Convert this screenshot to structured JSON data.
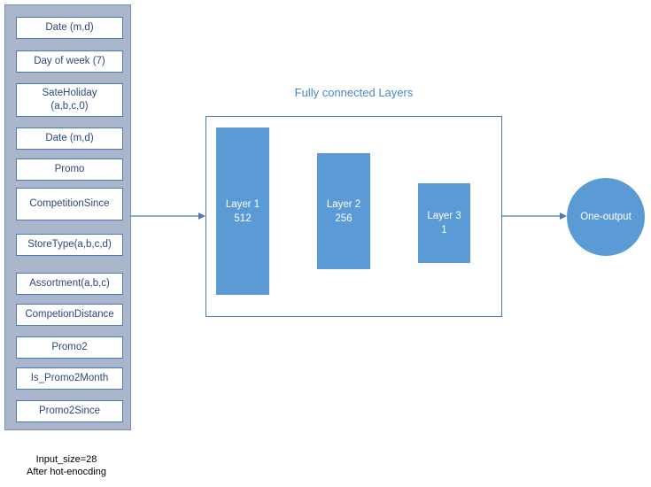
{
  "inputs": {
    "features": [
      "Date (m,d)",
      "Day of week (7)",
      "SateHoliday\n(a,b,c,0)",
      "Date (m,d)",
      "Promo",
      "CompetitionSince",
      "StoreType(a,b,c,d)",
      "Assortment(a,b,c)",
      "CompetionDistance",
      "Promo2",
      "Is_Promo2Month",
      "Promo2Since"
    ],
    "caption_line1": "Input_size=28",
    "caption_line2": "After hot-enocding"
  },
  "fc": {
    "title": "Fully connected Layers",
    "layers": [
      {
        "name": "Layer 1",
        "units": "512"
      },
      {
        "name": "Layer 2",
        "units": "256"
      },
      {
        "name": "Layer 3",
        "units": "1"
      }
    ]
  },
  "output": {
    "label": "One-output"
  },
  "colors": {
    "accent": "#5b9bd5",
    "border": "#4d79b5",
    "panel": "#a9b6cb",
    "title": "#4a86c5"
  }
}
